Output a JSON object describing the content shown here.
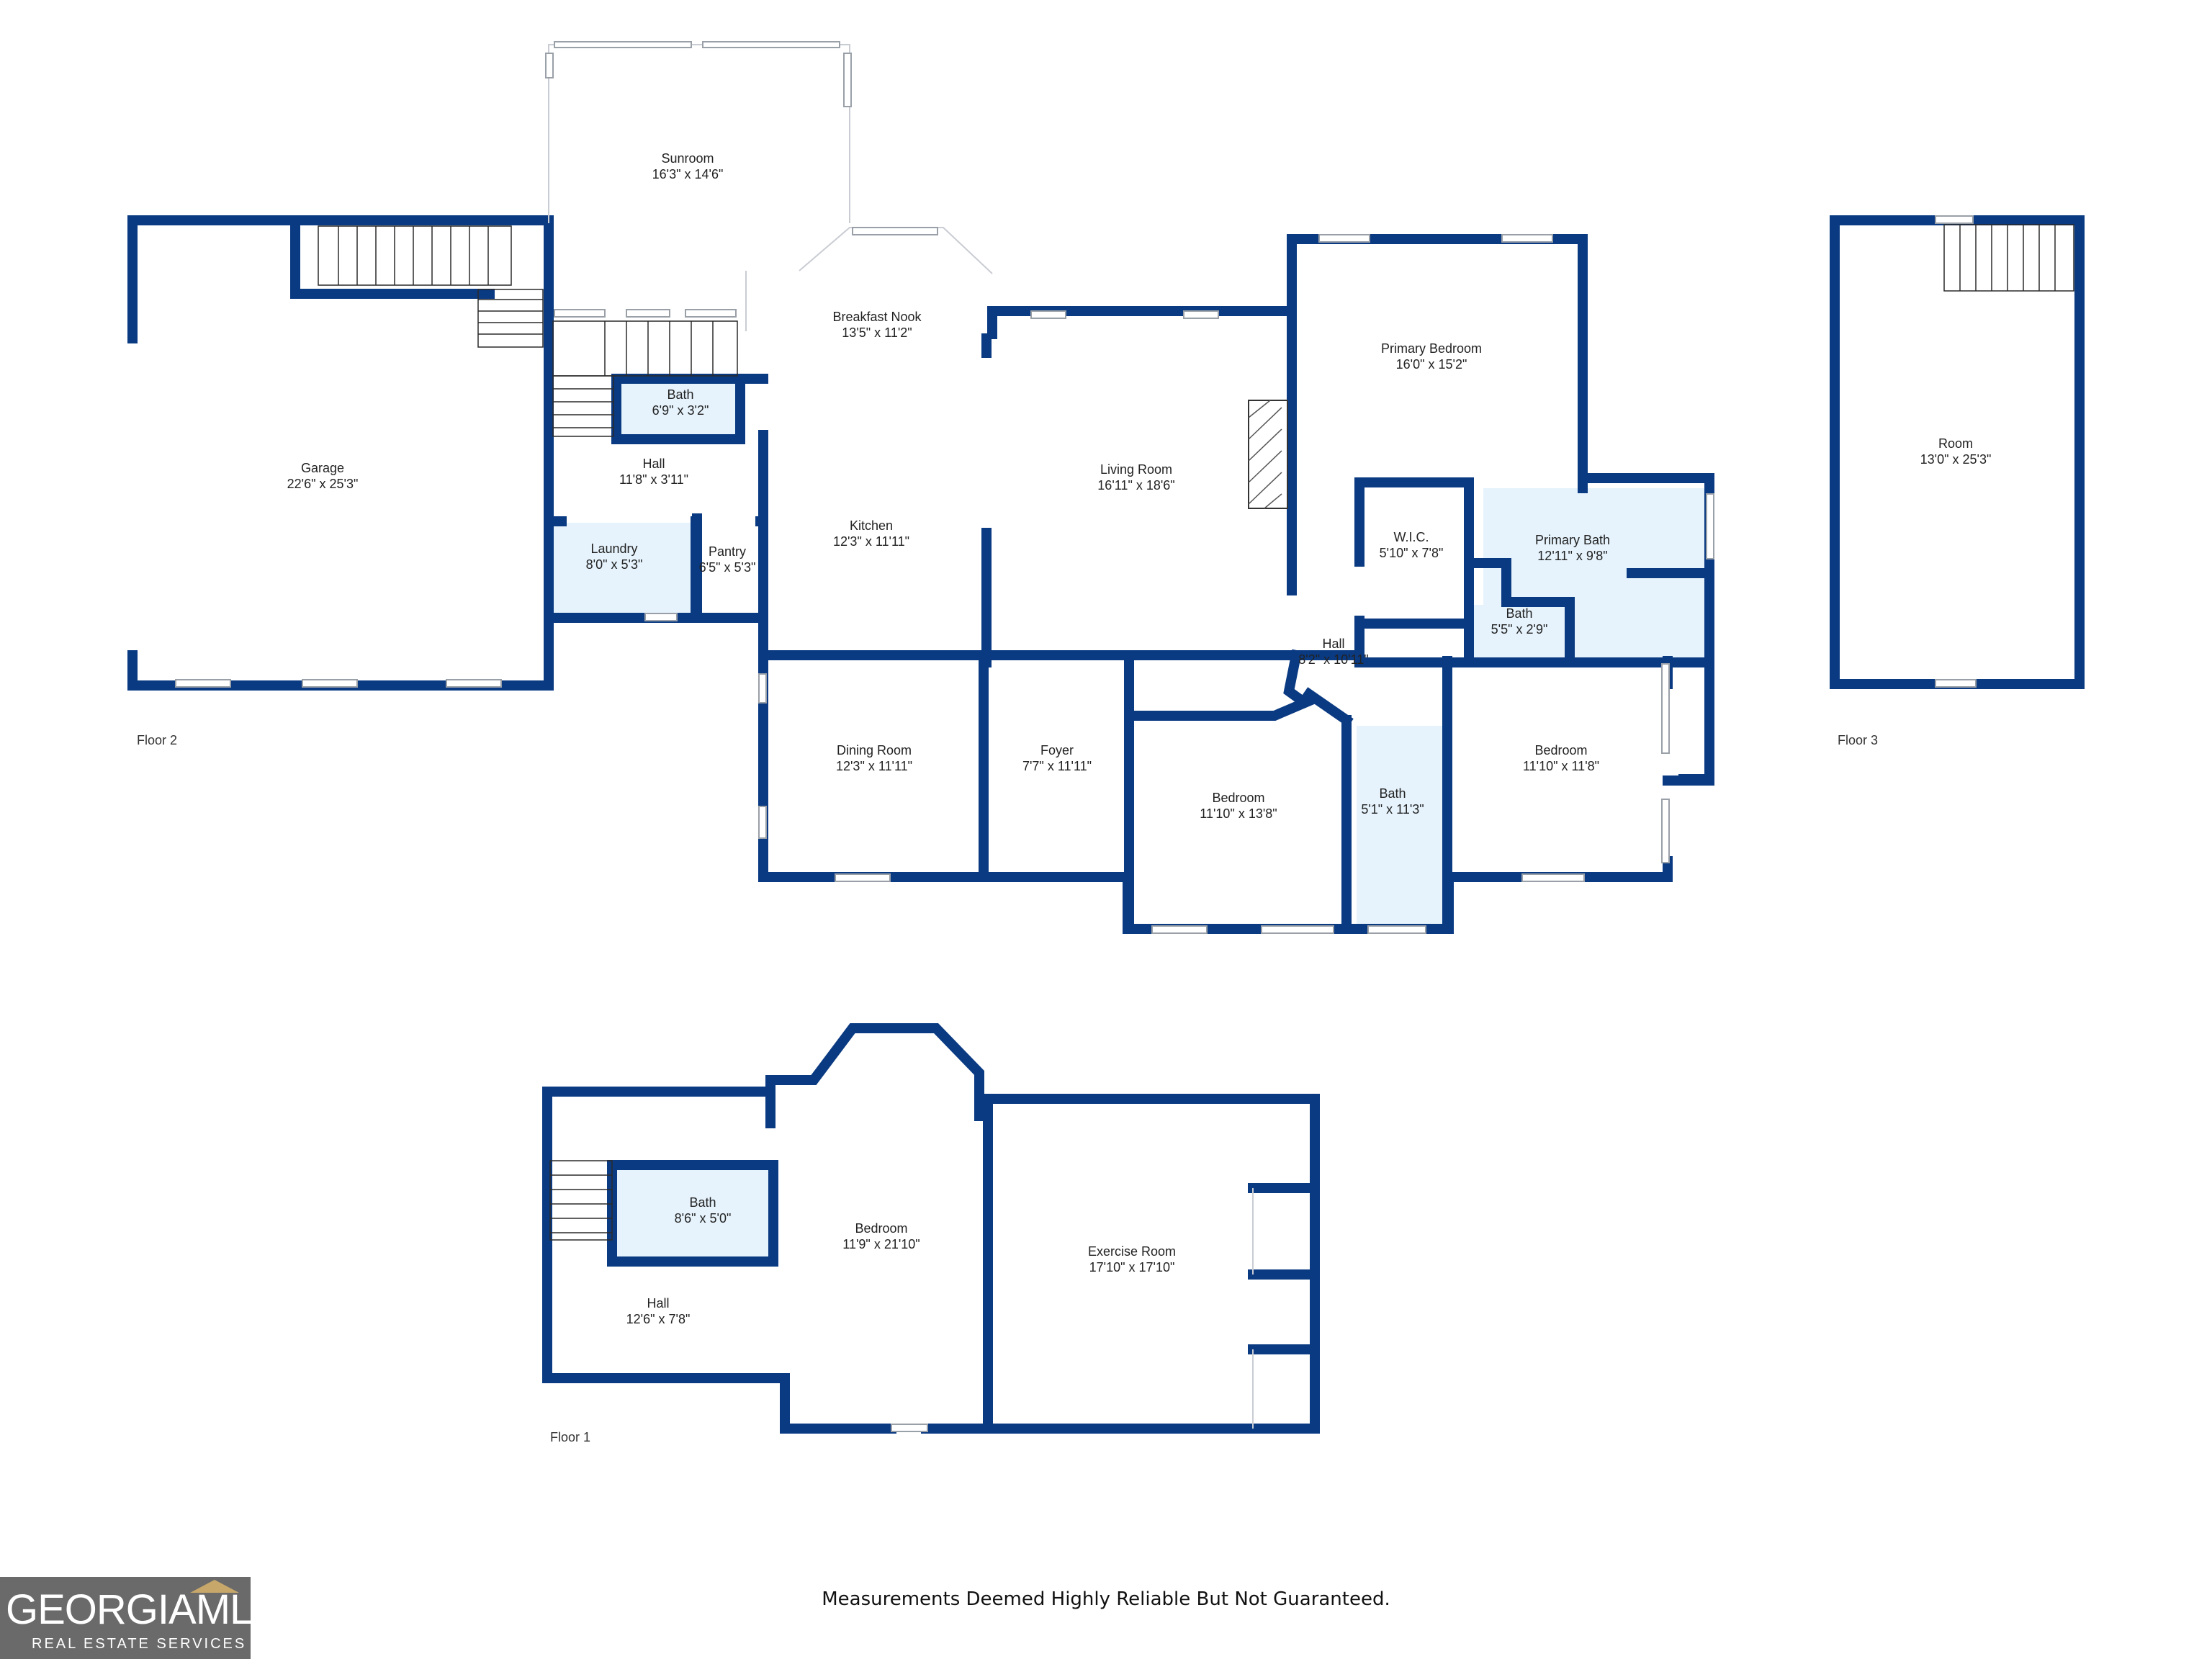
{
  "rooms": [
    {
      "key": "sunroom",
      "name": "Sunroom",
      "dims": "16'3\" x 14'6\""
    },
    {
      "key": "garage",
      "name": "Garage",
      "dims": "22'6\" x 25'3\""
    },
    {
      "key": "breakfast_nook",
      "name": "Breakfast Nook",
      "dims": "13'5\" x 11'2\""
    },
    {
      "key": "bath_f2_small",
      "name": "Bath",
      "dims": "6'9\" x 3'2\""
    },
    {
      "key": "hall_f2",
      "name": "Hall",
      "dims": "11'8\" x 3'11\""
    },
    {
      "key": "laundry",
      "name": "Laundry",
      "dims": "8'0\" x 5'3\""
    },
    {
      "key": "pantry",
      "name": "Pantry",
      "dims": "6'5\" x 5'3\""
    },
    {
      "key": "kitchen",
      "name": "Kitchen",
      "dims": "12'3\" x 11'11\""
    },
    {
      "key": "living_room",
      "name": "Living Room",
      "dims": "16'11\" x 18'6\""
    },
    {
      "key": "primary_bedroom",
      "name": "Primary Bedroom",
      "dims": "16'0\" x 15'2\""
    },
    {
      "key": "wic",
      "name": "W.I.C.",
      "dims": "5'10\" x 7'8\""
    },
    {
      "key": "primary_bath",
      "name": "Primary Bath",
      "dims": "12'11\" x 9'8\""
    },
    {
      "key": "bath_f2_primary_wc",
      "name": "Bath",
      "dims": "5'5\" x 2'9\""
    },
    {
      "key": "hall_f2_center",
      "name": "Hall",
      "dims": "8'2\" x 10'11\""
    },
    {
      "key": "dining_room",
      "name": "Dining Room",
      "dims": "12'3\" x 11'11\""
    },
    {
      "key": "foyer",
      "name": "Foyer",
      "dims": "7'7\" x 11'11\""
    },
    {
      "key": "bedroom_center",
      "name": "Bedroom",
      "dims": "11'10\" x 13'8\""
    },
    {
      "key": "bath_hall",
      "name": "Bath",
      "dims": "5'1\" x 11'3\""
    },
    {
      "key": "bedroom_right",
      "name": "Bedroom",
      "dims": "11'10\" x 11'8\""
    },
    {
      "key": "room_f3",
      "name": "Room",
      "dims": "13'0\" x 25'3\""
    },
    {
      "key": "bath_f1",
      "name": "Bath",
      "dims": "8'6\" x 5'0\""
    },
    {
      "key": "bedroom_f1",
      "name": "Bedroom",
      "dims": "11'9\" x 21'10\""
    },
    {
      "key": "hall_f1",
      "name": "Hall",
      "dims": "12'6\" x 7'8\""
    },
    {
      "key": "exercise_room",
      "name": "Exercise Room",
      "dims": "17'10\" x 17'10\""
    }
  ],
  "floors": {
    "floor2": "Floor 2",
    "floor3": "Floor 3",
    "floor1": "Floor 1"
  },
  "disclaimer": "Measurements Deemed Highly Reliable But Not Guaranteed.",
  "logo": {
    "word": "GEORGIAMLS",
    "sub": "REAL ESTATE SERVICES"
  },
  "colors": {
    "wall": "#0a3a82",
    "bath_fill": "#e6f3fc"
  }
}
